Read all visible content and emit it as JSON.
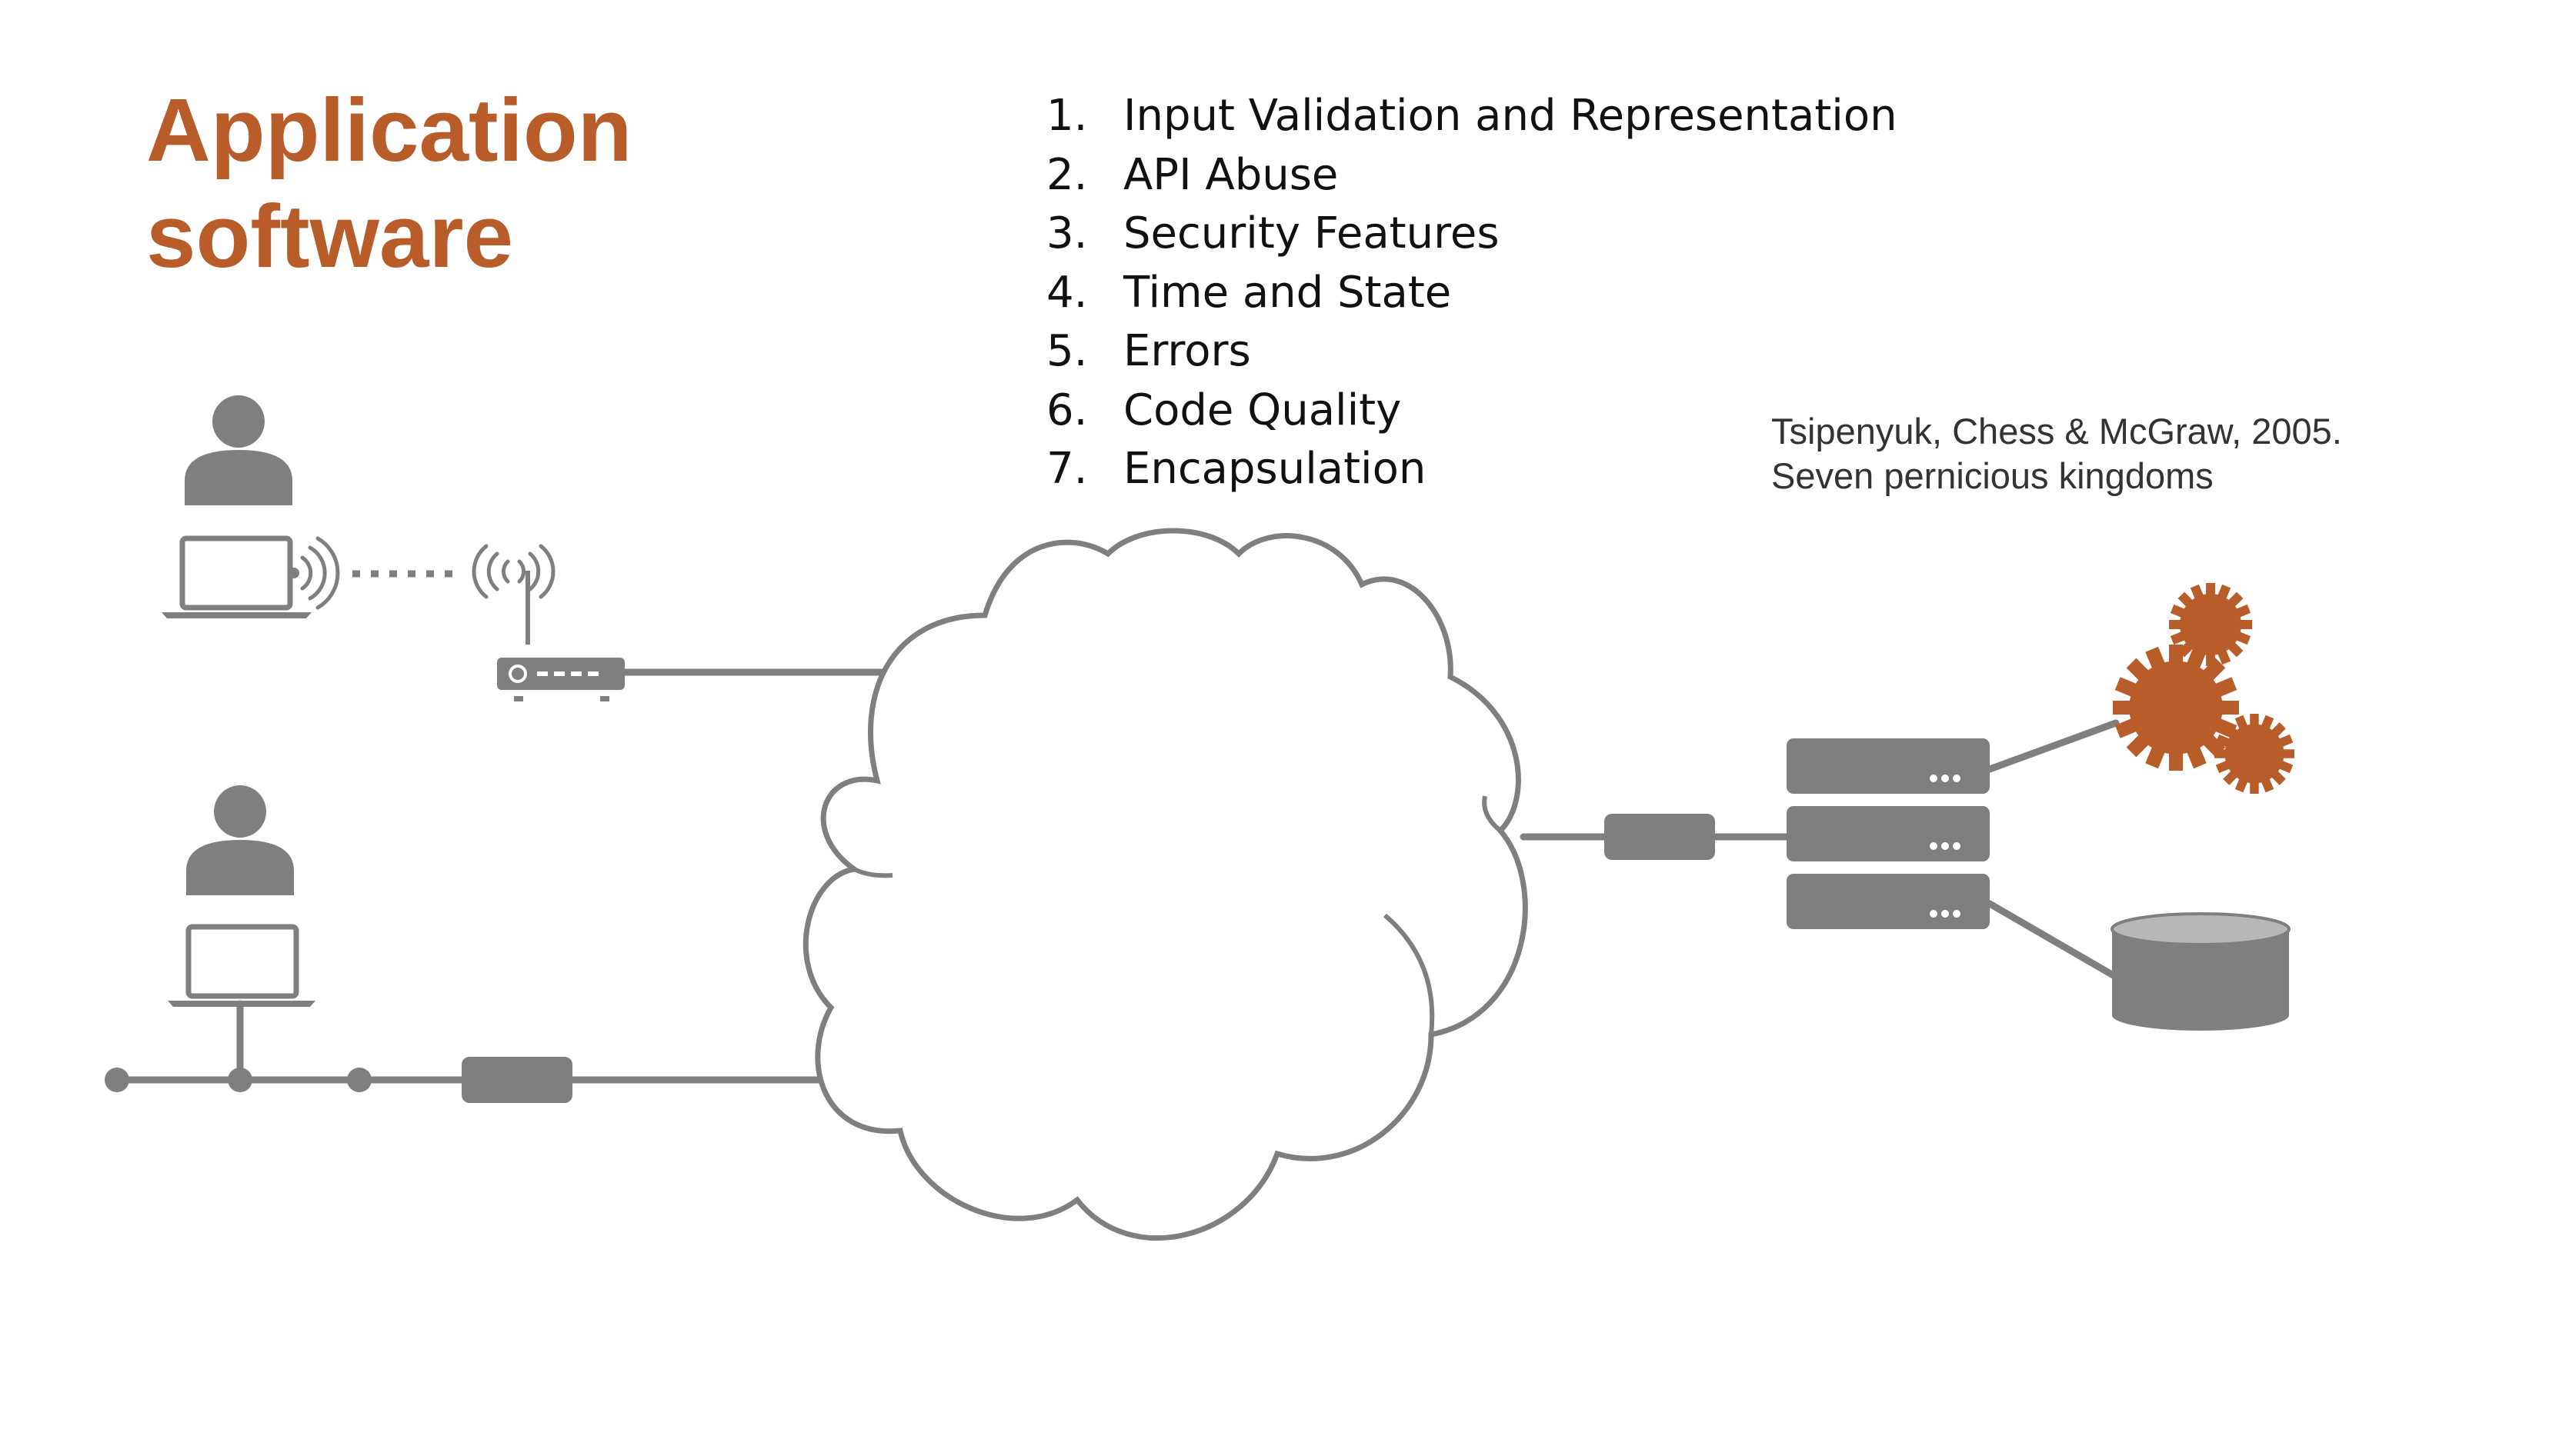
{
  "title": {
    "line1": "Application",
    "line2": "software"
  },
  "kingdoms": [
    {
      "num": "1.",
      "label": "Input Validation and Representation"
    },
    {
      "num": "2.",
      "label": "API Abuse"
    },
    {
      "num": "3.",
      "label": "Security Features"
    },
    {
      "num": "4.",
      "label": "Time and State"
    },
    {
      "num": "5.",
      "label": "Errors"
    },
    {
      "num": "6.",
      "label": "Code Quality"
    },
    {
      "num": "7.",
      "label": "Encapsulation"
    }
  ],
  "citation": {
    "line1": "Tsipenyuk, Chess & McGraw, 2005.",
    "line2": "Seven pernicious kingdoms"
  },
  "icons": [
    "user-icon",
    "laptop-icon",
    "wifi-signal-icon",
    "router-icon",
    "cloud-icon",
    "network-device-icon",
    "server-rack-icon",
    "gear-icon",
    "database-icon"
  ],
  "colors": {
    "accent": "#b85c2a",
    "gray": "#7f7f7f",
    "text": "#111111",
    "gear": "#b85c2a"
  }
}
